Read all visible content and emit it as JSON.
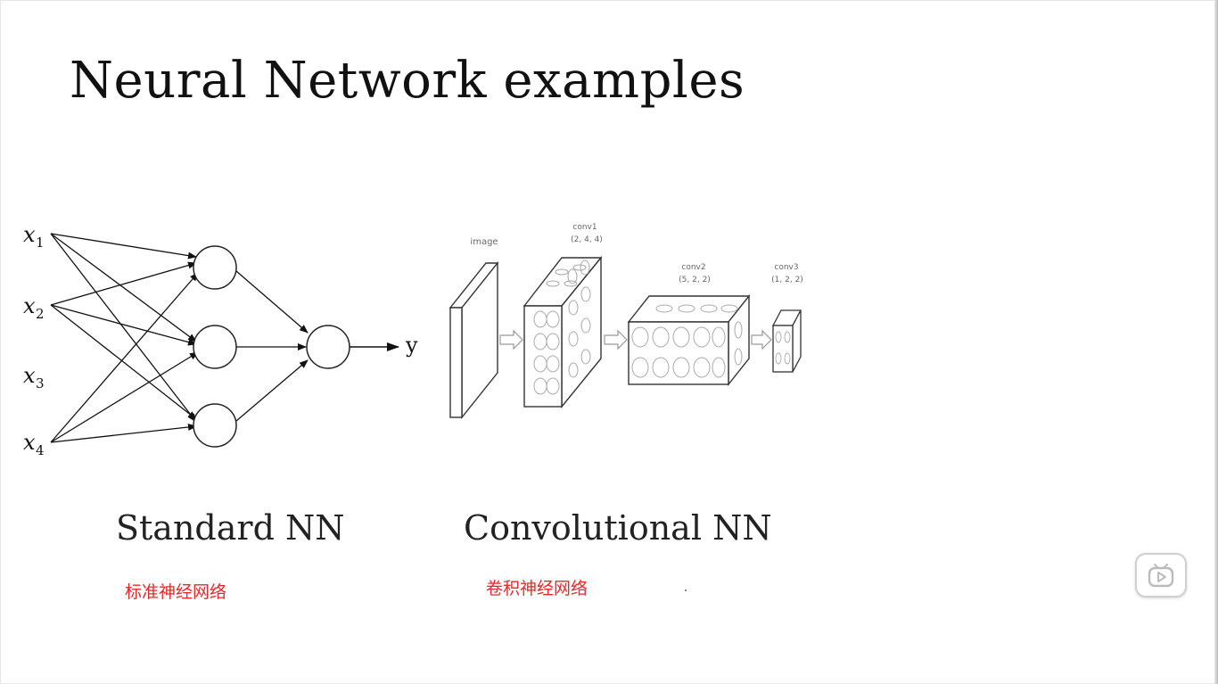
{
  "title": "Neural Network examples",
  "standard_nn": {
    "inputs": [
      "x",
      "x",
      "x",
      "x"
    ],
    "subscripts": [
      "1",
      "2",
      "3",
      "4"
    ],
    "output": "y",
    "caption": "Standard NN",
    "caption_cn": "标准神经网络"
  },
  "conv_nn": {
    "image_label": "image",
    "conv1_label": "conv1",
    "conv1_dims": "(2, 4, 4)",
    "conv2_label": "conv2",
    "conv2_dims": "(5, 2, 2)",
    "conv3_label": "conv3",
    "conv3_dims": "(1, 2, 2)",
    "caption": "Convolutional NN",
    "caption_cn": "卷积神经网络"
  },
  "player": {
    "icon": "play-icon"
  }
}
